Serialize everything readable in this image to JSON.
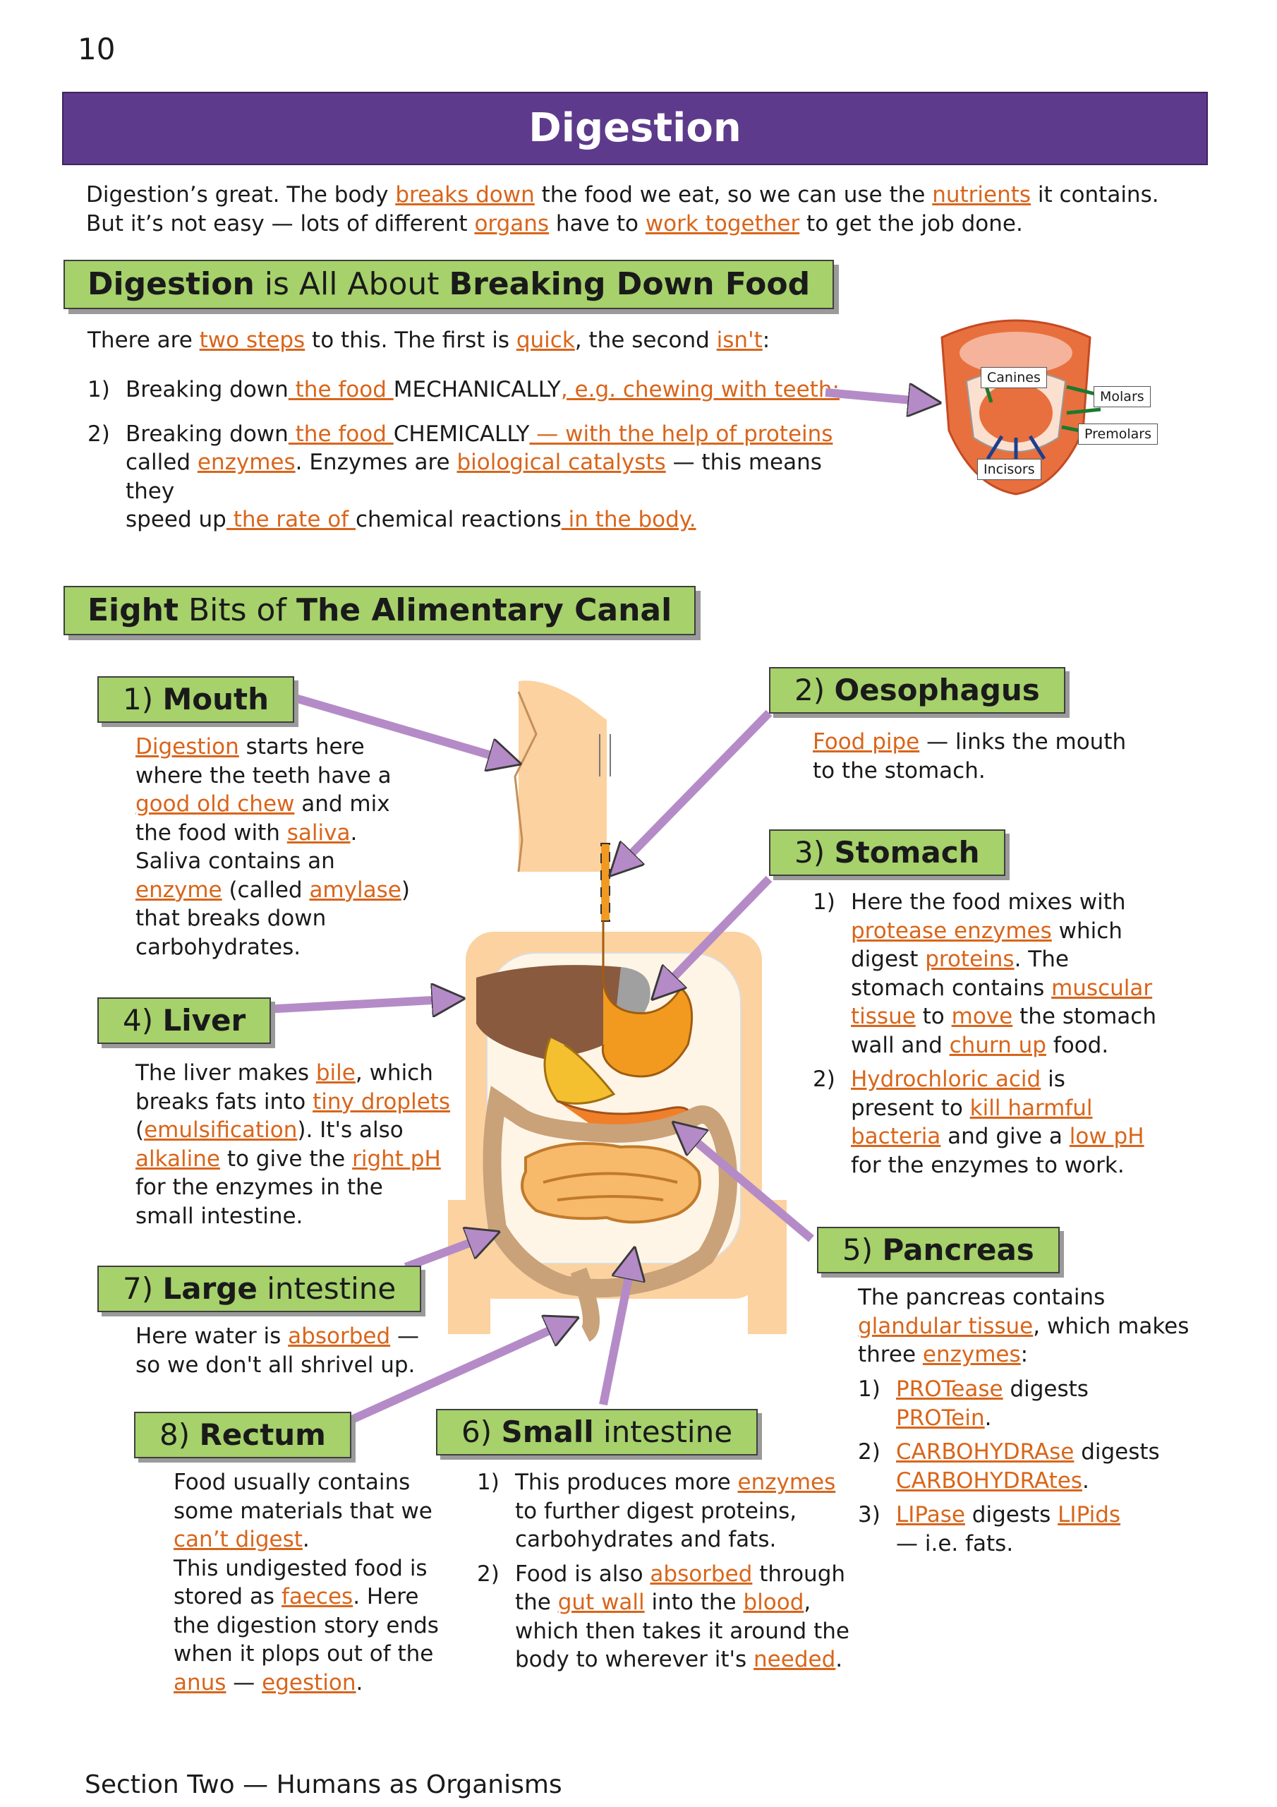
{
  "page_number": "10",
  "title": "Digestion",
  "intro": {
    "l1": [
      "Digestion’s great.  The body ",
      "breaks down",
      " the food we eat, so we can use the ",
      "nutrients",
      " it contains."
    ],
    "l2": [
      "But it’s not easy — lots of different ",
      "organs",
      " have to ",
      "work together",
      " to get the job done."
    ]
  },
  "section1": {
    "heading": [
      "Digestion",
      " is All About ",
      "Breaking Down Food"
    ],
    "lead": [
      "There are ",
      "two steps",
      " to this.  The first is ",
      "quick",
      ", the second ",
      "isn't",
      ":"
    ],
    "item1": {
      "num": "1)",
      "parts": [
        "Breaking down",
        " the food ",
        "MECHANICALLY",
        ", e.g. chewing with teeth:"
      ]
    },
    "item2": {
      "num": "2)",
      "l1": [
        "Breaking down",
        " the food ",
        "CHEMICALLY",
        " — with the help of proteins"
      ],
      "l2": [
        "called ",
        "enzymes",
        ".  Enzymes are ",
        "biological catalysts",
        " — this means they"
      ],
      "l3": [
        "speed up",
        " the rate of ",
        "chemical reactions",
        " in the body."
      ]
    },
    "teeth_labels": {
      "canines": "Canines",
      "molars": "Molars",
      "premolars": "Premolars",
      "incisors": "Incisors"
    }
  },
  "section2": {
    "heading": [
      "Eight",
      " Bits of ",
      "The Alimentary Canal"
    ]
  },
  "organs": {
    "mouth": {
      "label": [
        "1) ",
        "Mouth"
      ],
      "lines": [
        [
          "",
          "Digestion",
          " starts here"
        ],
        [
          "where the teeth have a"
        ],
        [
          "",
          "good old chew",
          " and mix"
        ],
        [
          "the food with ",
          "saliva",
          "."
        ],
        [
          "Saliva contains an"
        ],
        [
          "",
          "enzyme",
          " (called ",
          "amylase",
          ")"
        ],
        [
          "that breaks down"
        ],
        [
          "carbohydrates."
        ]
      ]
    },
    "oesophagus": {
      "label": [
        "2) ",
        "Oesophagus"
      ],
      "lines": [
        [
          "",
          "Food pipe",
          " — links the mouth"
        ],
        [
          "to the stomach."
        ]
      ]
    },
    "stomach": {
      "label": [
        "3) ",
        "Stomach"
      ],
      "items": [
        {
          "num": "1)",
          "lines": [
            [
              "Here the food mixes with"
            ],
            [
              "",
              "protease enzymes",
              " which"
            ],
            [
              "digest ",
              "proteins",
              ".  The"
            ],
            [
              "stomach contains ",
              "muscular "
            ],
            [
              "",
              "tissue",
              " to ",
              "move",
              " the stomach"
            ],
            [
              "wall and ",
              "churn up",
              " food."
            ]
          ]
        },
        {
          "num": "2)",
          "lines": [
            [
              "",
              "Hydrochloric acid",
              " is"
            ],
            [
              "present to ",
              "kill harmful "
            ],
            [
              "",
              "bacteria",
              " and give a ",
              "low pH"
            ],
            [
              "for the enzymes to work."
            ]
          ]
        }
      ]
    },
    "liver": {
      "label": [
        "4) ",
        "Liver"
      ],
      "lines": [
        [
          "The liver makes ",
          "bile",
          ", which"
        ],
        [
          "breaks fats into ",
          "tiny droplets"
        ],
        [
          "(",
          "emulsification",
          ").  It's also"
        ],
        [
          "",
          "alkaline",
          " to give the ",
          "right pH"
        ],
        [
          "for the enzymes in the"
        ],
        [
          "small intestine."
        ]
      ]
    },
    "pancreas": {
      "label": [
        "5) ",
        "Pancreas"
      ],
      "intro": [
        [
          "The pancreas contains"
        ],
        [
          "",
          "glandular tissue",
          ", which makes"
        ],
        [
          "three ",
          "enzymes",
          ":"
        ]
      ],
      "items": [
        {
          "num": "1)",
          "lines": [
            [
              "",
              "PROTease",
              " digests"
            ],
            [
              "",
              "PROTein",
              "."
            ]
          ]
        },
        {
          "num": "2)",
          "lines": [
            [
              "",
              "CARBOHYDRAse",
              " digests"
            ],
            [
              "",
              "CARBOHYDRAtes",
              "."
            ]
          ]
        },
        {
          "num": "3)",
          "lines": [
            [
              "",
              "LIPase",
              " digests ",
              "LIPids"
            ],
            [
              "— i.e. fats."
            ]
          ]
        }
      ]
    },
    "small_intestine": {
      "label": [
        "6) ",
        "Small",
        " intestine"
      ],
      "items": [
        {
          "num": "1)",
          "lines": [
            [
              "This produces more ",
              "enzymes"
            ],
            [
              "to further digest proteins,"
            ],
            [
              "carbohydrates and fats."
            ]
          ]
        },
        {
          "num": "2)",
          "lines": [
            [
              "Food is also ",
              "absorbed",
              " through"
            ],
            [
              "the ",
              "gut wall",
              " into the ",
              "blood",
              ","
            ],
            [
              "which then takes it around the"
            ],
            [
              "body to wherever it's ",
              "needed",
              "."
            ]
          ]
        }
      ]
    },
    "large_intestine": {
      "label": [
        "7) ",
        "Large",
        " intestine"
      ],
      "lines": [
        [
          "Here water is ",
          "absorbed",
          " —"
        ],
        [
          "so we don't all shrivel up."
        ]
      ]
    },
    "rectum": {
      "label": [
        "8) ",
        "Rectum"
      ],
      "lines": [
        [
          "Food usually contains"
        ],
        [
          "some materials that we"
        ],
        [
          "",
          "can’t digest",
          "."
        ],
        [
          "This undigested food is"
        ],
        [
          "stored as ",
          "faeces",
          ".  Here"
        ],
        [
          "the digestion story ends"
        ],
        [
          "when it plops out of the"
        ],
        [
          "",
          "anus",
          " — ",
          "egestion",
          "."
        ]
      ]
    }
  },
  "footer": "Section Two — Humans as Organisms",
  "colors": {
    "banner": "#5e3a8c",
    "heading_box": "#a6d16b",
    "keyword": "#d9651a",
    "arrow": "#b48bc7",
    "body_outline": "#fbd2a0"
  }
}
